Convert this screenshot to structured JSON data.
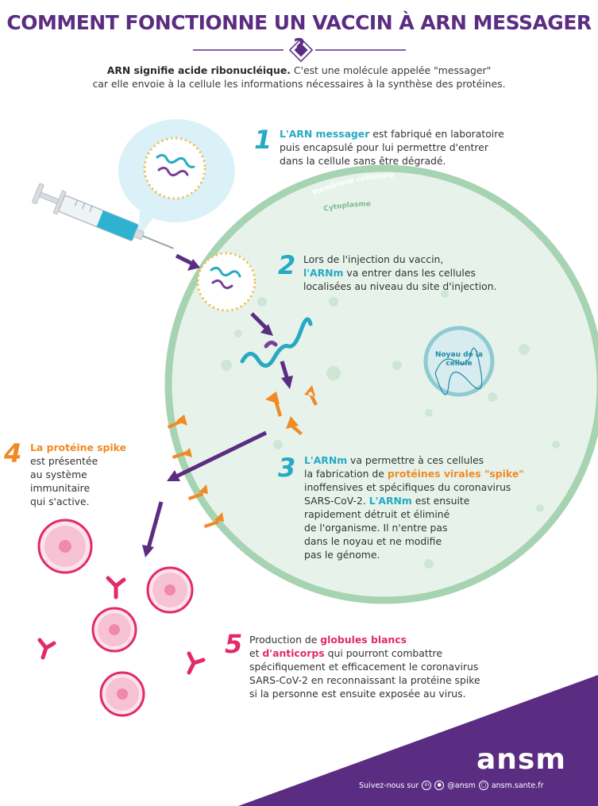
{
  "title": "COMMENT FONCTIONNE UN VACCIN À ARN MESSAGER ?",
  "intro": {
    "bold": "ARN signifie acide ribonucléique.",
    "line1_rest": " C'est une molécule appelée \"messager\"",
    "line2": "car elle envoie à la cellule les informations nécessaires à la synthèse des protéines."
  },
  "labels": {
    "membrane": "Membrane cellulaire",
    "cytoplasme": "Cytoplasme",
    "nucleus": "Noyau de la cellule"
  },
  "steps": [
    {
      "number": "1",
      "parts": [
        {
          "text": "L'ARN messager",
          "style": "teal"
        },
        {
          "text": " est fabriqué en laboratoire\npuis encapsulé pour lui permettre d'entrer\ndans la cellule sans être dégradé.",
          "style": "plain"
        }
      ]
    },
    {
      "number": "2",
      "parts": [
        {
          "text": "Lors de l'injection du vaccin,\n",
          "style": "plain"
        },
        {
          "text": "l'ARNm",
          "style": "teal"
        },
        {
          "text": " va entrer dans les cellules\nlocalisées au niveau du site d'injection.",
          "style": "plain"
        }
      ]
    },
    {
      "number": "3",
      "parts": [
        {
          "text": "L'ARNm",
          "style": "teal"
        },
        {
          "text": " va permettre à ces cellules\nla fabrication de ",
          "style": "plain"
        },
        {
          "text": "protéines virales \"spike\"",
          "style": "orange"
        },
        {
          "text": "\ninoffensives et spécifiques du coronavirus\nSARS-CoV-2. ",
          "style": "plain"
        },
        {
          "text": "L'ARNm",
          "style": "teal"
        },
        {
          "text": " est ensuite\nrapidement détruit et éliminé\nde l'organisme. Il n'entre pas\ndans le noyau et ne modifie\npas le génome.",
          "style": "plain"
        }
      ]
    },
    {
      "number": "4",
      "parts": [
        {
          "text": "La protéine spike",
          "style": "orange"
        },
        {
          "text": "\nest présentée\nau système\nimmunitaire\nqui s'active.",
          "style": "plain"
        }
      ]
    },
    {
      "number": "5",
      "parts": [
        {
          "text": "Production de ",
          "style": "plain"
        },
        {
          "text": "globules blancs",
          "style": "pink"
        },
        {
          "text": "\net ",
          "style": "plain"
        },
        {
          "text": "d'anticorps",
          "style": "pink"
        },
        {
          "text": " qui pourront combattre\nspécifiquement et efficacement le coronavirus\nSARS-CoV-2 en reconnaissant la protéine spike\nsi la personne est ensuite exposée au virus.",
          "style": "plain"
        }
      ]
    }
  ],
  "logo": "ansm",
  "footer": {
    "follow": "Suivez-nous sur",
    "linkedin_icon": "in",
    "handle": "@ansm",
    "site": "ansm.sante.fr"
  },
  "colors": {
    "purple": "#5b2d82",
    "teal": "#27a9c4",
    "orange": "#f08a24",
    "pink": "#e2296b",
    "cell_fill": "#e7f3ea",
    "membrane": "#a6d3b2"
  }
}
